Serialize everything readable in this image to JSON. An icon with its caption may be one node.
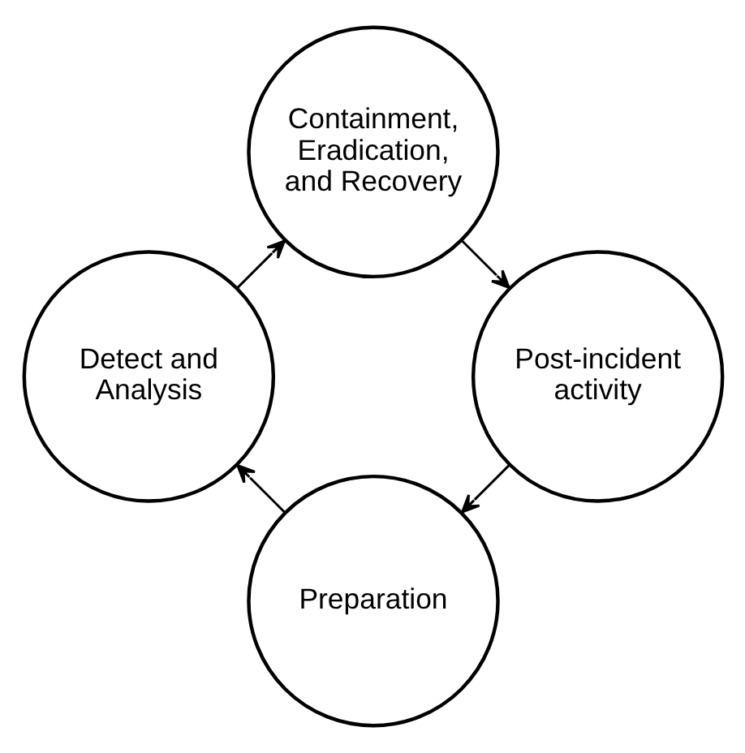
{
  "diagram": {
    "nodes": [
      {
        "text": [
          "Preparation"
        ]
      },
      {
        "text": [
          "Detect and Analysis"
        ]
      },
      {
        "text": [
          "Containment, Eradication, and Recovery"
        ]
      },
      {
        "text": [
          "Post-incident activity"
        ]
      }
    ],
    "edges": [
      {
        "from": 0,
        "to": 1,
        "arrow": "to"
      },
      {
        "from": 1,
        "to": 2,
        "arrow": "to"
      },
      {
        "from": 2,
        "to": 3,
        "arrow": "to"
      },
      {
        "from": 3,
        "to": 0,
        "arrow": "to"
      }
    ]
  }
}
